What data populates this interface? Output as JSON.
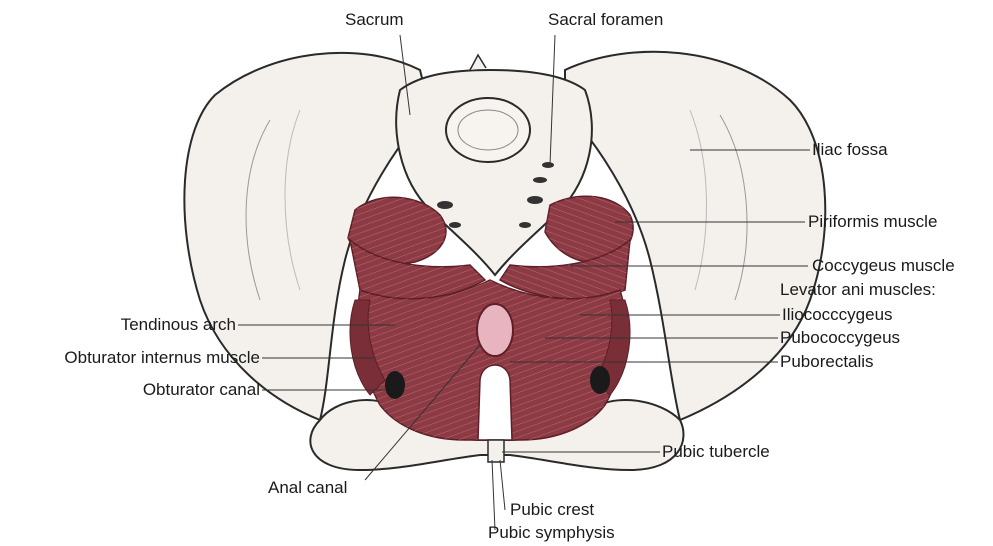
{
  "labels": {
    "sacrum": "Sacrum",
    "sacral_foramen": "Sacral foramen",
    "iliac_fossa": "Iliac fossa",
    "piriformis": "Piriformis muscle",
    "coccygeus": "Coccygeus muscle",
    "levator_heading": "Levator ani muscles:",
    "iliococcygeus": "Iliococccygeus",
    "pubococcygeus": "Pubococcygeus",
    "puborectalis": "Puborectalis",
    "tendinous_arch": "Tendinous arch",
    "obturator_internus": "Obturator internus muscle",
    "obturator_canal": "Obturator canal",
    "anal_canal": "Anal canal",
    "pubic_tubercle": "Pubic tubercle",
    "pubic_crest": "Pubic crest",
    "pubic_symphysis": "Pubic symphysis"
  },
  "colors": {
    "bone": "#f4f1ec",
    "outline": "#2a2a2a",
    "muscle": "#8c3a43",
    "muscle_dark": "#5e1f28",
    "muscle_fiber": "#b86a72",
    "anal_canal": "#e8b4c0"
  }
}
